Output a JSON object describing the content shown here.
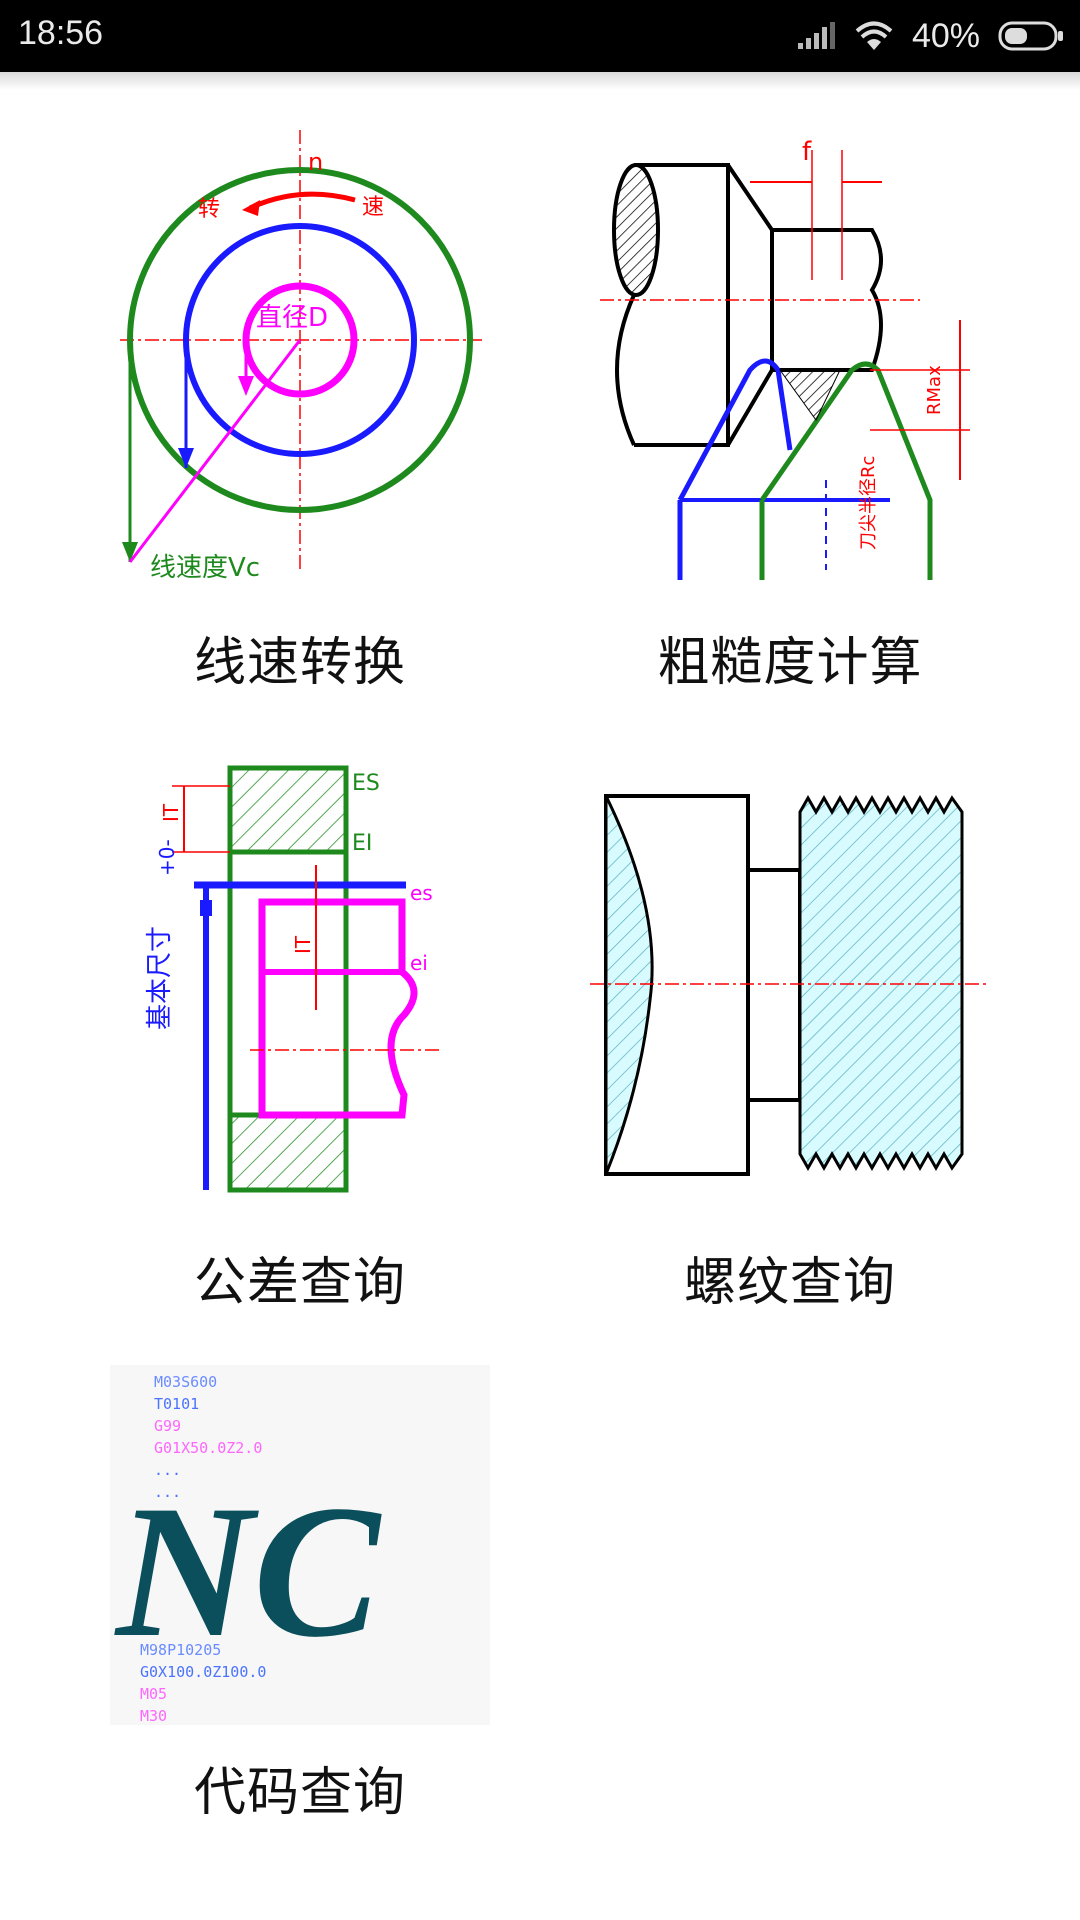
{
  "status_bar": {
    "time": "18:56",
    "battery": "40%"
  },
  "menu": {
    "items": [
      {
        "label": "线速转换",
        "diagram": {
          "speed_label": "线速度Vc",
          "diameter_label": "直径D",
          "rpm_label": "n",
          "turn_label": "转",
          "speed_char": "速"
        }
      },
      {
        "label": "粗糙度计算",
        "diagram": {
          "feed_label": "f",
          "rmax_label": "RMax",
          "radius_label": "刀尖半径Rc"
        }
      },
      {
        "label": "公差查询",
        "diagram": {
          "es_upper": "ES",
          "ei_upper": "EI",
          "es_lower": "es",
          "ei_lower": "ei",
          "it_label": "IT",
          "base_label": "基本尺寸",
          "pm_label": "+0-"
        }
      },
      {
        "label": "螺纹查询"
      },
      {
        "label": "代码查询",
        "diagram": {
          "logo": "NC",
          "code_lines_top": [
            "M03S600",
            "T0101",
            "G99",
            "G01X50.0Z2.0",
            "...",
            "..."
          ],
          "code_lines_bottom": [
            "M98P10205",
            "G0X100.0Z100.0",
            "M05",
            "M30"
          ]
        }
      }
    ]
  }
}
